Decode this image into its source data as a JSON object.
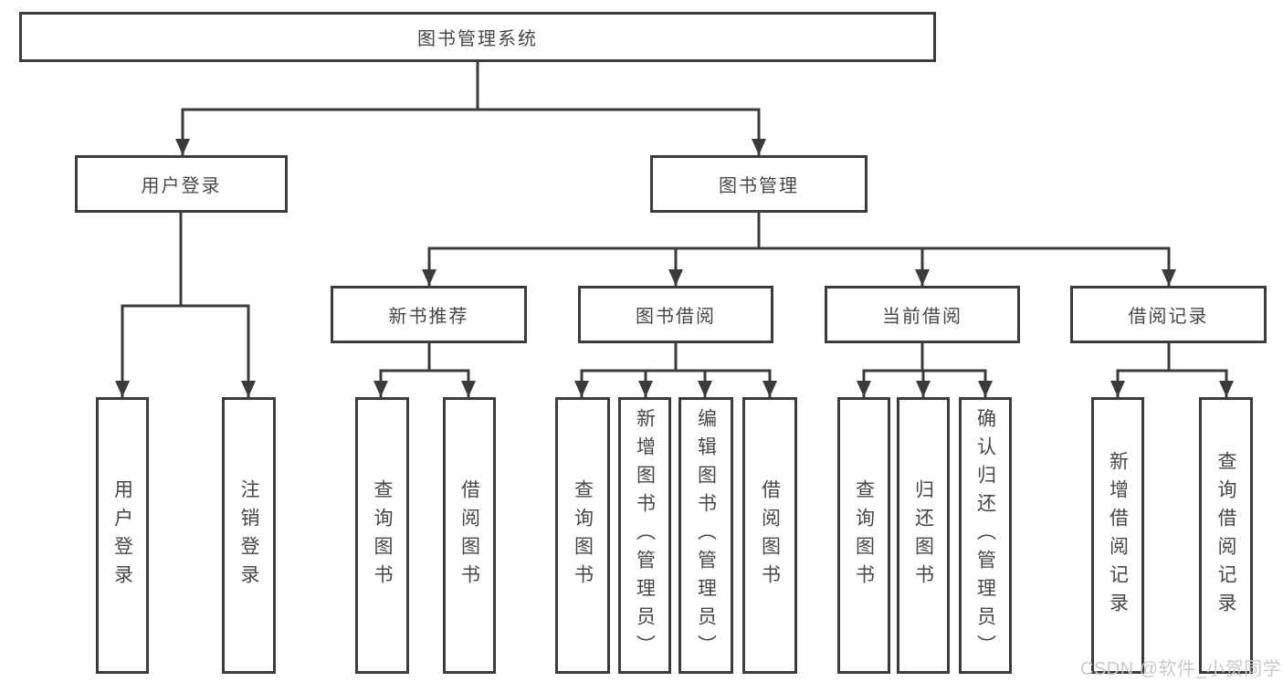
{
  "tree": {
    "root": "图书管理系统",
    "branches": [
      {
        "label": "用户登录",
        "children": [
          "用户登录",
          "注销登录"
        ]
      },
      {
        "label": "图书管理",
        "sections": [
          {
            "label": "新书推荐",
            "children": [
              "查询图书",
              "借阅图书"
            ]
          },
          {
            "label": "图书借阅",
            "children": [
              "查询图书",
              "新增图书（管理员）",
              "编辑图书（管理员）",
              "借阅图书"
            ]
          },
          {
            "label": "当前借阅",
            "children": [
              "查询图书",
              "归还图书",
              "确认归还（管理员）"
            ]
          },
          {
            "label": "借阅记录",
            "children": [
              "新增借阅记录",
              "查询借阅记录"
            ]
          }
        ]
      }
    ]
  },
  "watermark": "CSDN @软件_小贺同学",
  "colors": {
    "line": "#3b3b3b",
    "text": "#474747",
    "watermark": "#c9c9c9",
    "background": "#ffffff"
  }
}
